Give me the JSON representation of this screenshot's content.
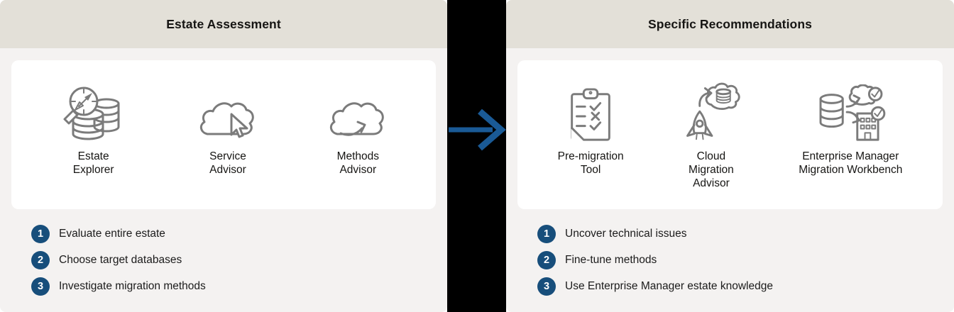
{
  "colors": {
    "header_bg": "#E3E0D8",
    "panel_bg": "#F4F2F1",
    "card_bg": "#FFFFFF",
    "divider_bg": "#000000",
    "arrow_blue": "#1A5A96",
    "step_badge_blue": "#174E7B",
    "icon_gray": "#7B7B7B",
    "text": "#161513"
  },
  "panels": [
    {
      "title": "Estate Assessment",
      "tools": [
        {
          "name": "Estate Explorer",
          "icon": "estate-explorer-icon",
          "lines": [
            "Estate",
            "Explorer"
          ]
        },
        {
          "name": "Service Advisor",
          "icon": "service-advisor-icon",
          "lines": [
            "Service",
            "Advisor"
          ]
        },
        {
          "name": "Methods Advisor",
          "icon": "methods-advisor-icon",
          "lines": [
            "Methods",
            "Advisor"
          ]
        }
      ],
      "steps": [
        {
          "num": "1",
          "text": "Evaluate entire estate"
        },
        {
          "num": "2",
          "text": "Choose target databases"
        },
        {
          "num": "3",
          "text": "Investigate migration methods"
        }
      ]
    },
    {
      "title": "Specific Recommendations",
      "tools": [
        {
          "name": "Pre-migration Tool",
          "icon": "pre-migration-tool-icon",
          "lines": [
            "Pre-migration",
            "Tool"
          ]
        },
        {
          "name": "Cloud Migration Advisor",
          "icon": "cloud-migration-advisor-icon",
          "lines": [
            "Cloud",
            "Migration",
            "Advisor"
          ]
        },
        {
          "name": "Enterprise Manager Migration Workbench",
          "icon": "em-migration-workbench-icon",
          "lines": [
            "Enterprise Manager",
            "Migration Workbench"
          ]
        }
      ],
      "steps": [
        {
          "num": "1",
          "text": "Uncover technical issues"
        },
        {
          "num": "2",
          "text": "Fine-tune methods"
        },
        {
          "num": "3",
          "text": "Use Enterprise Manager estate knowledge"
        }
      ]
    }
  ]
}
